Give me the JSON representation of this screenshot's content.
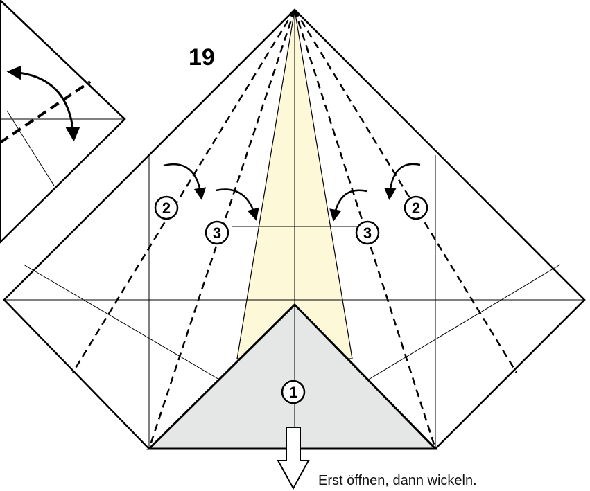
{
  "step_number": "19",
  "markers": {
    "one": "1",
    "two": "2",
    "three": "3"
  },
  "caption": "Erst öffnen, dann wickeln.",
  "colors": {
    "center_strip": "#fdf8d8",
    "bottom_flap": "#e5e7e6",
    "line": "#000000"
  }
}
